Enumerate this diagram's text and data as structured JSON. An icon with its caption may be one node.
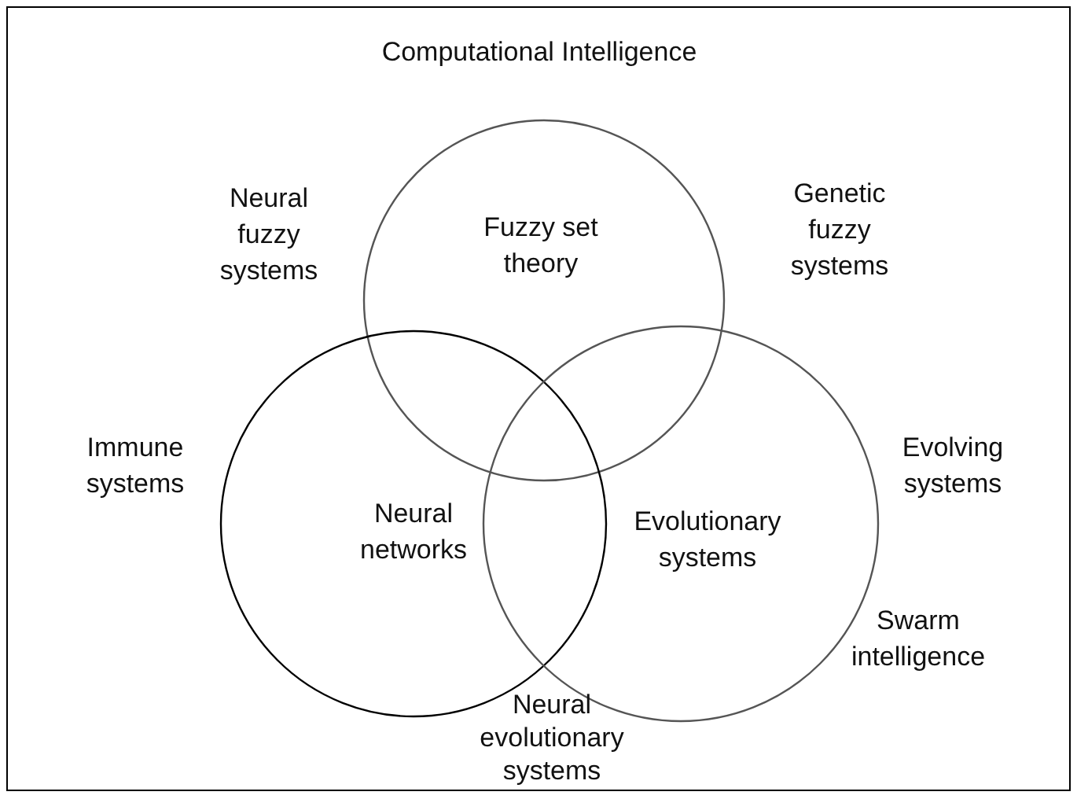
{
  "diagram": {
    "nodes": [
      {
        "text": [
          "Computational Intelligence"
        ]
      },
      {
        "text": [
          "Fuzzy set theory"
        ],
        "in": 0
      },
      {
        "text": [
          "Neural networks"
        ],
        "in": 0
      },
      {
        "text": [
          "Evolutionary systems"
        ],
        "in": 0
      }
    ],
    "labels": [
      "Neural fuzzy systems",
      "Genetic fuzzy systems",
      "Immune systems",
      "Evolving systems",
      "Swarm intelligence",
      "Neural evolutionary systems"
    ]
  }
}
